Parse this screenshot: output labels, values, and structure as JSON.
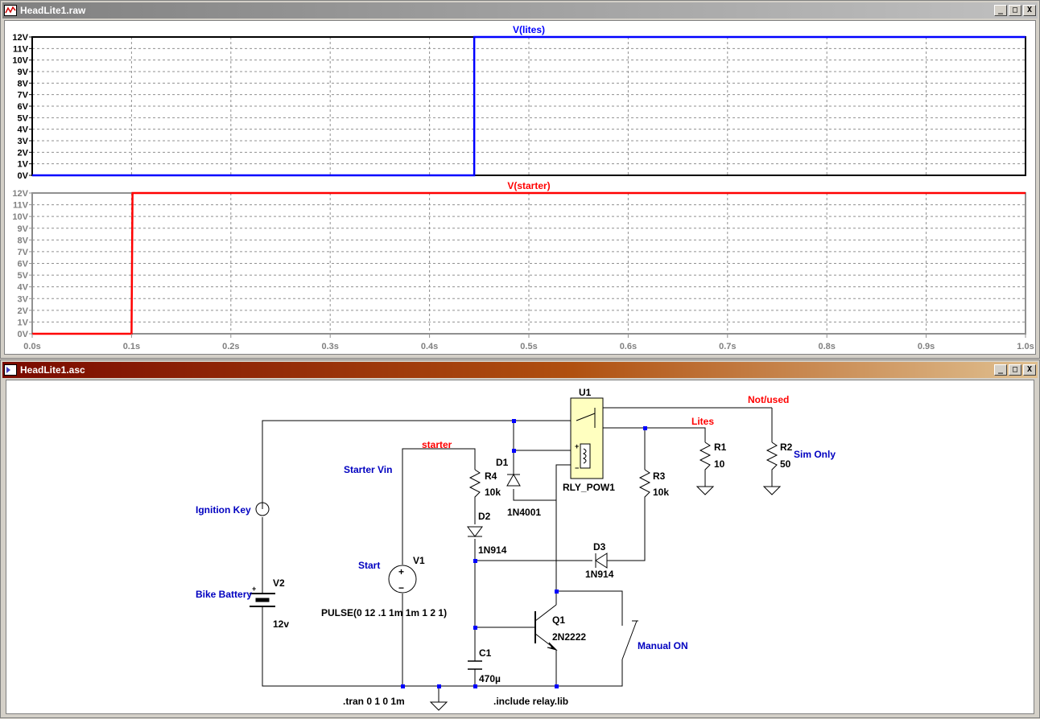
{
  "raw_window": {
    "title": "HeadLite1.raw",
    "btn_min": "_",
    "btn_max": "□",
    "btn_close": "X",
    "icon": "waveform-icon"
  },
  "asc_window": {
    "title": "HeadLite1.asc",
    "btn_min": "_",
    "btn_max": "□",
    "btn_close": "X",
    "icon": "schematic-icon"
  },
  "chart_data": [
    {
      "type": "line",
      "title": "V(lites)",
      "color": "#0000ff",
      "ylim": [
        0,
        12
      ],
      "yticks": [
        "0V",
        "1V",
        "2V",
        "3V",
        "4V",
        "5V",
        "6V",
        "7V",
        "8V",
        "9V",
        "10V",
        "11V",
        "12V"
      ],
      "xlim": [
        0,
        1
      ],
      "grid": true,
      "series": [
        {
          "name": "V(lites)",
          "x": [
            0,
            0.445,
            0.445,
            1.0
          ],
          "y": [
            0,
            0,
            12,
            12
          ]
        }
      ]
    },
    {
      "type": "line",
      "title": "V(starter)",
      "color": "#ff0000",
      "ylim": [
        0,
        12
      ],
      "yticks": [
        "0V",
        "1V",
        "2V",
        "3V",
        "4V",
        "5V",
        "6V",
        "7V",
        "8V",
        "9V",
        "10V",
        "11V",
        "12V"
      ],
      "xlim": [
        0,
        1
      ],
      "xticks": [
        "0.0s",
        "0.1s",
        "0.2s",
        "0.3s",
        "0.4s",
        "0.5s",
        "0.6s",
        "0.7s",
        "0.8s",
        "0.9s",
        "1.0s"
      ],
      "grid": true,
      "series": [
        {
          "name": "V(starter)",
          "x": [
            0,
            0.1,
            0.101,
            1.0
          ],
          "y": [
            0,
            0,
            12,
            12
          ]
        }
      ]
    }
  ],
  "schematic": {
    "labels": {
      "u1": "U1",
      "not_used": "Not/used",
      "lites": "Lites",
      "starter": "starter",
      "starter_vin": "Starter Vin",
      "r1": "R1",
      "r1_val": "10",
      "r2": "R2",
      "r2_val": "50",
      "sim_only": "Sim Only",
      "r4": "R4",
      "r4_val": "10k",
      "d1": "D1",
      "d1_val": "1N4001",
      "rly": "RLY_POW1",
      "r3": "R3",
      "r3_val": "10k",
      "d2": "D2",
      "d2_val": "1N914",
      "d3": "D3",
      "d3_val": "1N914",
      "ignition_key": "Ignition Key",
      "start": "Start",
      "v1": "V1",
      "pulse": "PULSE(0 12 .1 1m 1m 1 2 1)",
      "bike_battery": "Bike Battery",
      "v2": "V2",
      "v2_val": "12v",
      "q1": "Q1",
      "q1_val": "2N2222",
      "manual_on": "Manual ON",
      "c1": "C1",
      "c1_val": "470µ",
      "tran": ".tran 0 1 0 1m",
      "include": ".include relay.lib"
    }
  }
}
